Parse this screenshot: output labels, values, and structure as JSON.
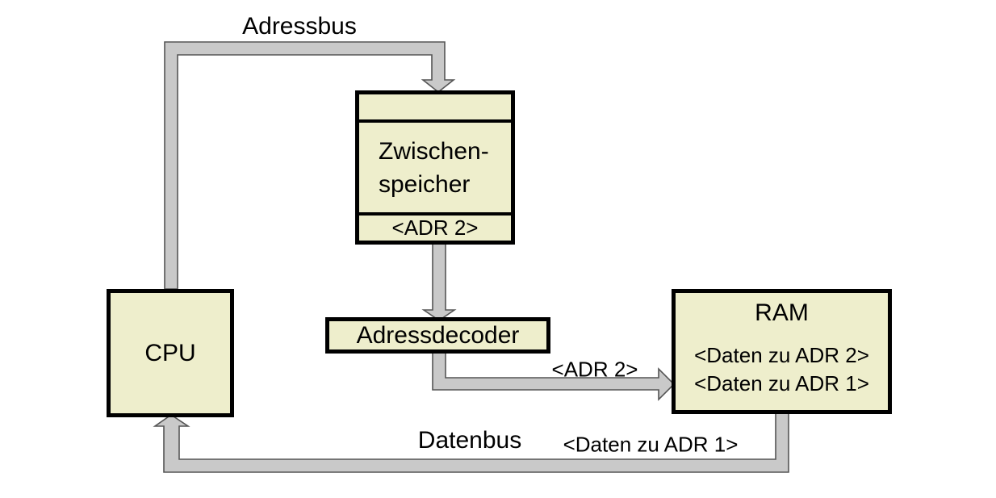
{
  "colors": {
    "background": "#ffffff",
    "box_fill": "#eeeecc",
    "box_border": "#000000",
    "bus_fill": "#c9c9c9",
    "bus_outline": "#555555",
    "text": "#000000"
  },
  "boxes": {
    "cpu": {
      "label": "CPU"
    },
    "zwischenspeicher": {
      "name_line1": "Zwischen-",
      "name_line2": "speicher",
      "address_slot": "<ADR 2>"
    },
    "adressdecoder": {
      "label": "Adressdecoder"
    },
    "ram": {
      "title": "RAM",
      "row1": "<Daten zu ADR 2>",
      "row2": "<Daten zu ADR 1>"
    }
  },
  "bus_labels": {
    "adressbus": "Adressbus",
    "datenbus": "Datenbus",
    "adr2_to_ram": "<ADR 2>",
    "daten_zu_adr1": "<Daten zu ADR 1>"
  }
}
